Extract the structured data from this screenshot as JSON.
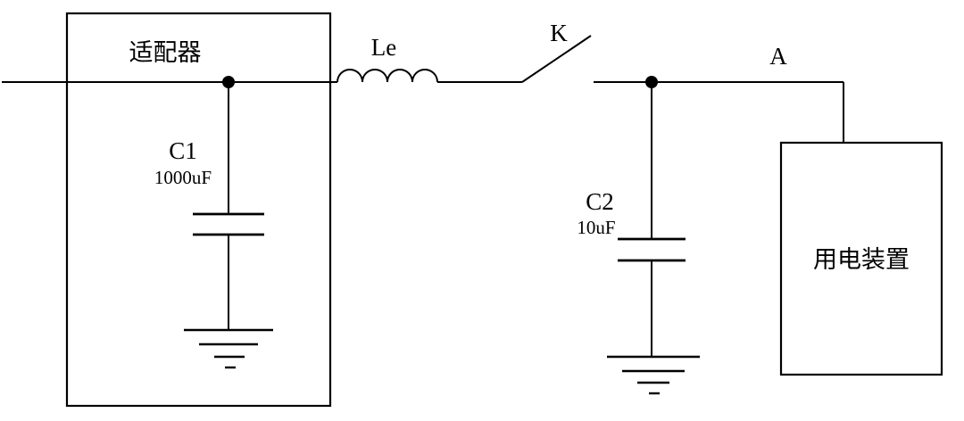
{
  "colors": {
    "line": "#000000",
    "background": "#ffffff"
  },
  "diagram": {
    "adapter": {
      "label": "适配器"
    },
    "c1": {
      "label": "C1",
      "value": "1000uF"
    },
    "inductor": {
      "label": "Le"
    },
    "switch": {
      "label": "K"
    },
    "c2": {
      "label": "C2",
      "value": "10uF"
    },
    "node_a": {
      "label": "A"
    },
    "load": {
      "label": "用电装置"
    }
  }
}
